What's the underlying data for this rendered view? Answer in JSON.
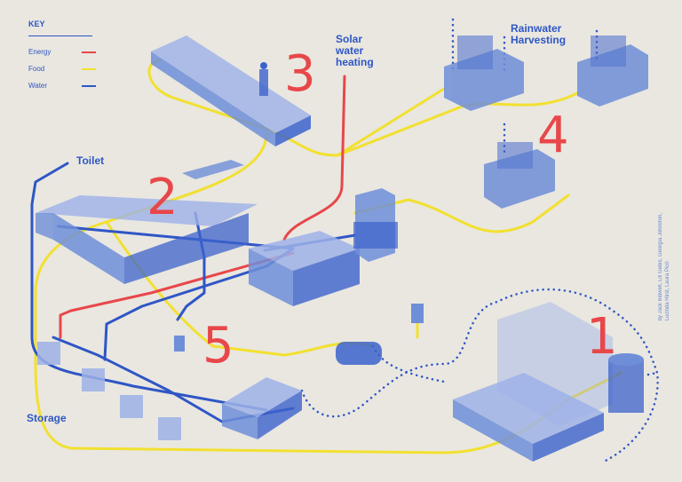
{
  "key": {
    "title": "KEY",
    "items": [
      {
        "label": "Energy",
        "color": "#e8474a"
      },
      {
        "label": "Food",
        "color": "#f2e030"
      },
      {
        "label": "Water",
        "color": "#2f56c6"
      }
    ]
  },
  "labels": {
    "solar": [
      "Solar",
      "water",
      "heating"
    ],
    "rainwater": [
      "Rainwater",
      "Harvesting"
    ],
    "toilet": "Toilet",
    "storage": "Storage"
  },
  "numbers": [
    "1",
    "2",
    "3",
    "4",
    "5"
  ],
  "credit": [
    "by Jack Bidwell, Lili Gebis, Georgia Johnston,",
    "Lucinda Hirst, Laura Picó"
  ],
  "colors": {
    "blue": "#2f56c6",
    "light_blue": "#9db1e8",
    "yellow": "#f2e030",
    "red": "#e8474a",
    "paper": "#e9e7e0"
  }
}
